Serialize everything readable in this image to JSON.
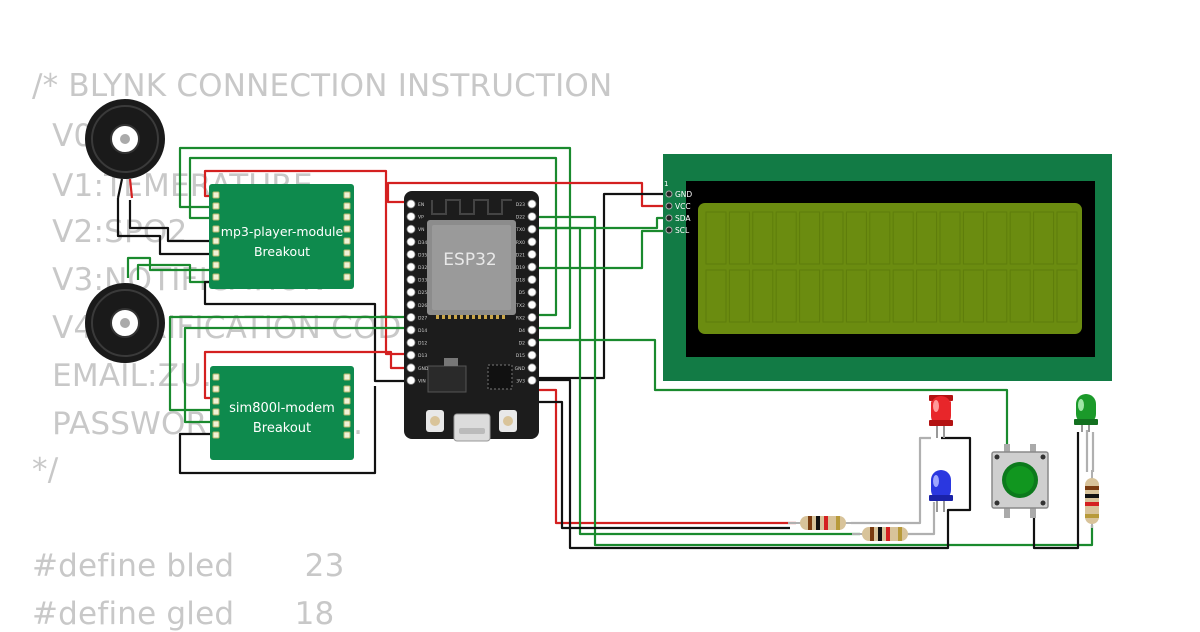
{
  "code_lines": [
    "/* BLYNK CONNECTION INSTRUCTION",
    "  V0:",
    "  V1:TEMERATURE",
    "  V2:SPO2",
    "  V3:NOTIFICATION",
    "  V4:VERIFICATION CODE",
    "  EMAIL:ZU...",
    "  PASSWORD:...ct@...",
    "*/",
    "",
    "#define bled       23",
    "#define gled      18"
  ],
  "esp32": {
    "label": "ESP32",
    "left_pins": [
      "EN",
      "VP",
      "VN",
      "D34",
      "D35",
      "D32",
      "D33",
      "D25",
      "D26",
      "D27",
      "D14",
      "D12",
      "D13",
      "GND",
      "VIN"
    ],
    "right_pins": [
      "D23",
      "D22",
      "TX0",
      "RX0",
      "D21",
      "D19",
      "D18",
      "D5",
      "TX2",
      "RX2",
      "D4",
      "D2",
      "D15",
      "GND",
      "3V3"
    ]
  },
  "mp3": {
    "line1": "mp3-player-module",
    "line2": "Breakout"
  },
  "sim": {
    "line1": "sim800l-modem",
    "line2": "Breakout"
  },
  "lcd": {
    "pin_index": "1",
    "pins": [
      "GND",
      "VCC",
      "SDA",
      "SCL"
    ]
  },
  "colors": {
    "board_green": "#0e8a4d",
    "esp_black": "#1c1c1c",
    "lcd_green": "#127b45",
    "lcd_screen": "#6b8c10",
    "wire_green": "#1a8a2e",
    "wire_red": "#d42020",
    "wire_black": "#111111"
  }
}
